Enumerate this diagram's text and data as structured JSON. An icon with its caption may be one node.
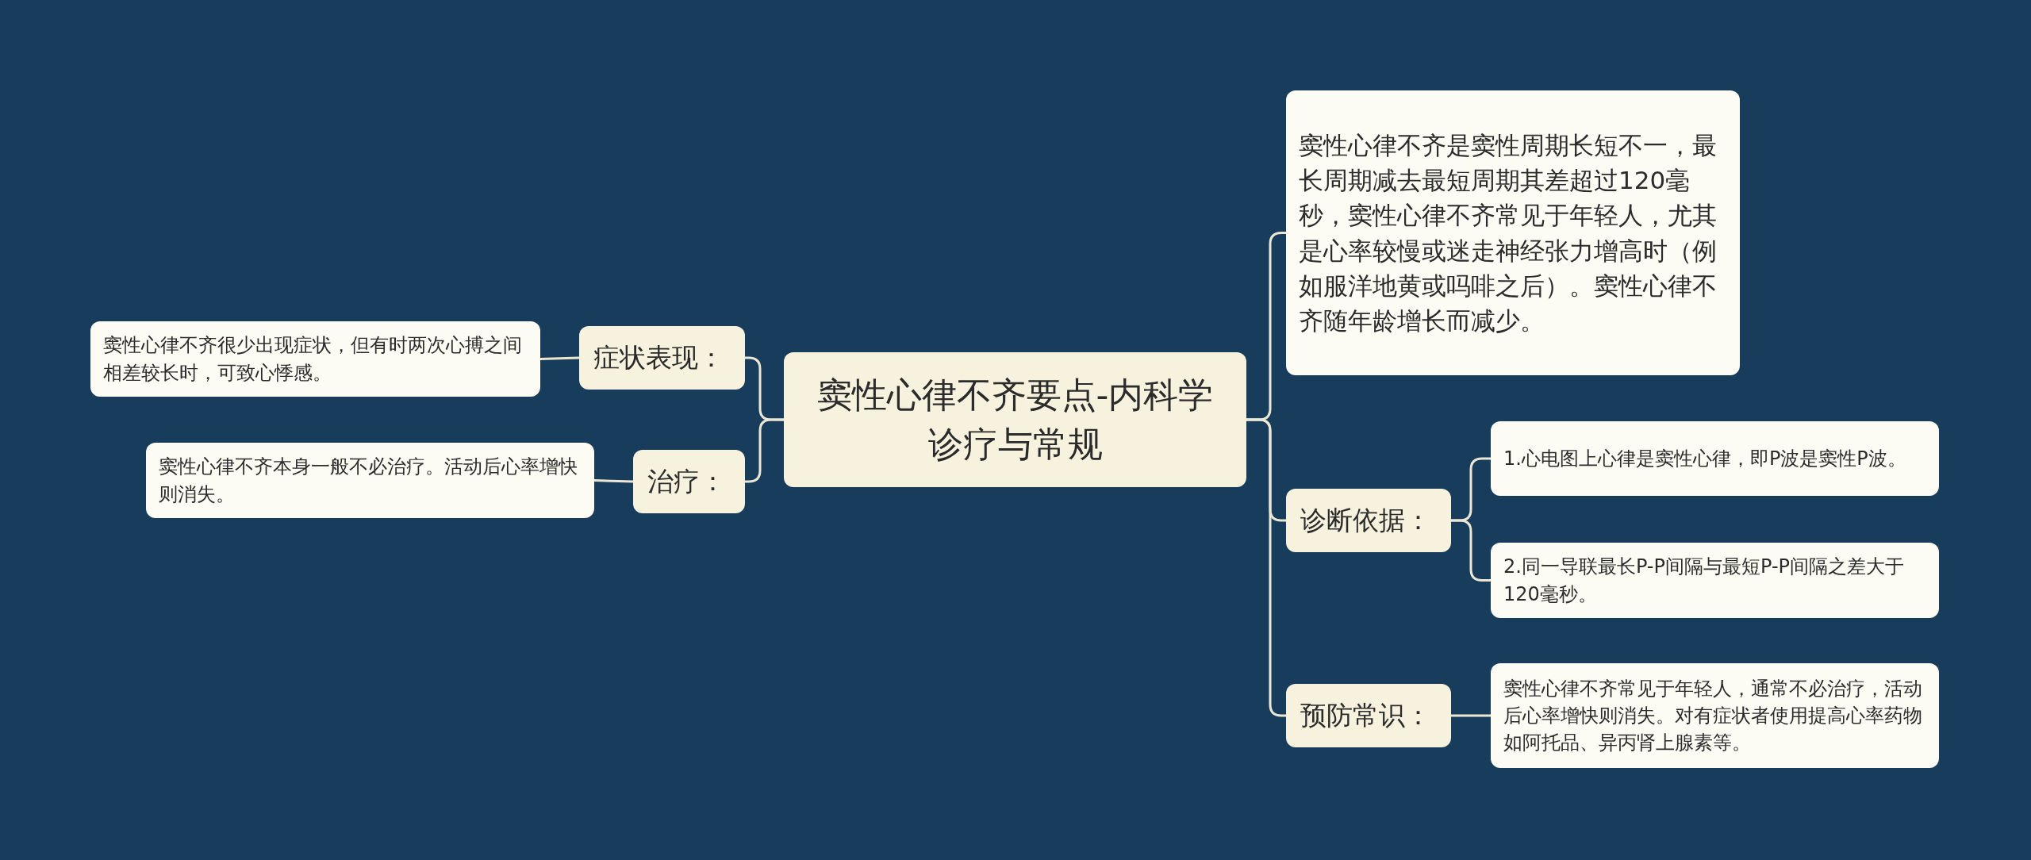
{
  "diagram": {
    "nodes": [
      {
        "text": [
          "窦性心律不齐要点-内科学诊疗与常规"
        ]
      },
      {
        "text": [
          "症状表现："
        ]
      },
      {
        "text": [
          "窦性心律不齐很少出现症状，但有时两次心搏之间相差较长时，可致心悸感。"
        ]
      },
      {
        "text": [
          "治疗："
        ]
      },
      {
        "text": [
          "窦性心律不齐本身一般不必治疗。活动后心率增快则消失。"
        ]
      },
      {
        "text": [
          "窦性心律不齐是窦性周期长短不一，最长周期减去最短周期其差超过120毫秒，窦性心律不齐常见于年轻人，尤其是心率较慢或迷走神经张力增高时（例如服洋地黄或吗啡之后）。窦性心律不齐随年龄增长而减少。"
        ]
      },
      {
        "text": [
          "诊断依据："
        ]
      },
      {
        "text": [
          "1.心电图上心律是窦性心律，即P波是窦性P波。"
        ]
      },
      {
        "text": [
          "2.同一导联最长P-P间隔与最短P-P间隔之差大于120毫秒。"
        ]
      },
      {
        "text": [
          "预防常识："
        ]
      },
      {
        "text": [
          "窦性心律不齐常见于年轻人，通常不必治疗，活动后心率增快则消失。对有症状者使用提高心率药物如阿托品、异丙肾上腺素等。"
        ]
      }
    ],
    "edges": [
      {
        "from": 0,
        "to": 1,
        "arrow": "none"
      },
      {
        "from": 1,
        "to": 2,
        "arrow": "none"
      },
      {
        "from": 0,
        "to": 3,
        "arrow": "none"
      },
      {
        "from": 3,
        "to": 4,
        "arrow": "none"
      },
      {
        "from": 0,
        "to": 5,
        "arrow": "none"
      },
      {
        "from": 0,
        "to": 6,
        "arrow": "none"
      },
      {
        "from": 6,
        "to": 7,
        "arrow": "none"
      },
      {
        "from": 6,
        "to": 8,
        "arrow": "none"
      },
      {
        "from": 0,
        "to": 9,
        "arrow": "none"
      },
      {
        "from": 9,
        "to": 10,
        "arrow": "none"
      }
    ]
  }
}
